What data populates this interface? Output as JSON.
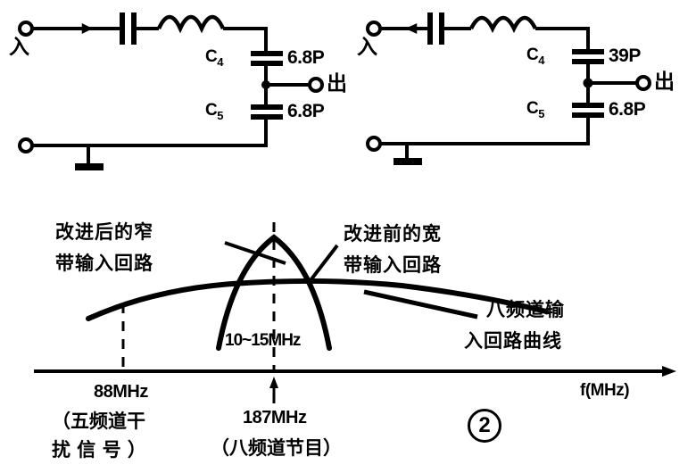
{
  "figure": {
    "number_label": "2",
    "axis_label": "f(MHz)"
  },
  "circuits": [
    {
      "id": "improved-narrowband",
      "input_port_label": "入",
      "output_port_label": "出",
      "signal_direction": "right",
      "components": [
        {
          "ref": "C",
          "index": "4",
          "value": "6.8P"
        },
        {
          "ref": "C",
          "index": "5",
          "value": "6.8P"
        }
      ]
    },
    {
      "id": "original-wideband",
      "input_port_label": "入",
      "output_port_label": "出",
      "signal_direction": "left",
      "components": [
        {
          "ref": "C",
          "index": "4",
          "value": "39P"
        },
        {
          "ref": "C",
          "index": "5",
          "value": "6.8P"
        }
      ]
    }
  ],
  "chart_data": {
    "type": "line",
    "title": "",
    "xlabel": "f(MHz)",
    "ylabel": "",
    "grid": false,
    "legend_position": "inline-annotations",
    "annotations": [
      {
        "id": "narrow-curve-label",
        "text": "改进后的窄\n带输入回路",
        "line1": "改进后的窄",
        "line2": "带输入回路"
      },
      {
        "id": "wide-curve-label",
        "text": "改进前的宽\n带输入回路",
        "line1": "改进前的宽",
        "line2": "带输入回路"
      },
      {
        "id": "channel8-curve-label",
        "text": "八频道输\n入回路曲线",
        "line1": "八频道输",
        "line2": "入回路曲线"
      },
      {
        "id": "bandwidth-label",
        "text": "10~15MHz"
      }
    ],
    "markers": [
      {
        "id": "marker-88",
        "freq": 88,
        "freq_label": "88MHz",
        "note_line1": "（五频道干",
        "note_line2": "扰 信 号 ）"
      },
      {
        "id": "marker-187",
        "freq": 187,
        "freq_label": "187MHz",
        "note_line1": "187MHz",
        "note_line2": "（八频道节目）"
      }
    ],
    "series": [
      {
        "name": "改进前的宽带输入回路",
        "style": "broad-flat",
        "peak_freq": 150,
        "bandwidth": "wide",
        "points": [
          [
            60,
            52
          ],
          [
            95,
            62
          ],
          [
            130,
            68
          ],
          [
            170,
            70
          ],
          [
            220,
            68
          ],
          [
            270,
            63
          ],
          [
            320,
            58
          ],
          [
            360,
            54
          ]
        ]
      },
      {
        "name": "改进后的窄带输入回路",
        "style": "narrow-peak",
        "peak_freq": 187,
        "bandwidth": "10~15MHz",
        "points": [
          [
            160,
            5
          ],
          [
            175,
            45
          ],
          [
            187,
            80
          ],
          [
            200,
            45
          ],
          [
            215,
            5
          ]
        ]
      }
    ]
  }
}
